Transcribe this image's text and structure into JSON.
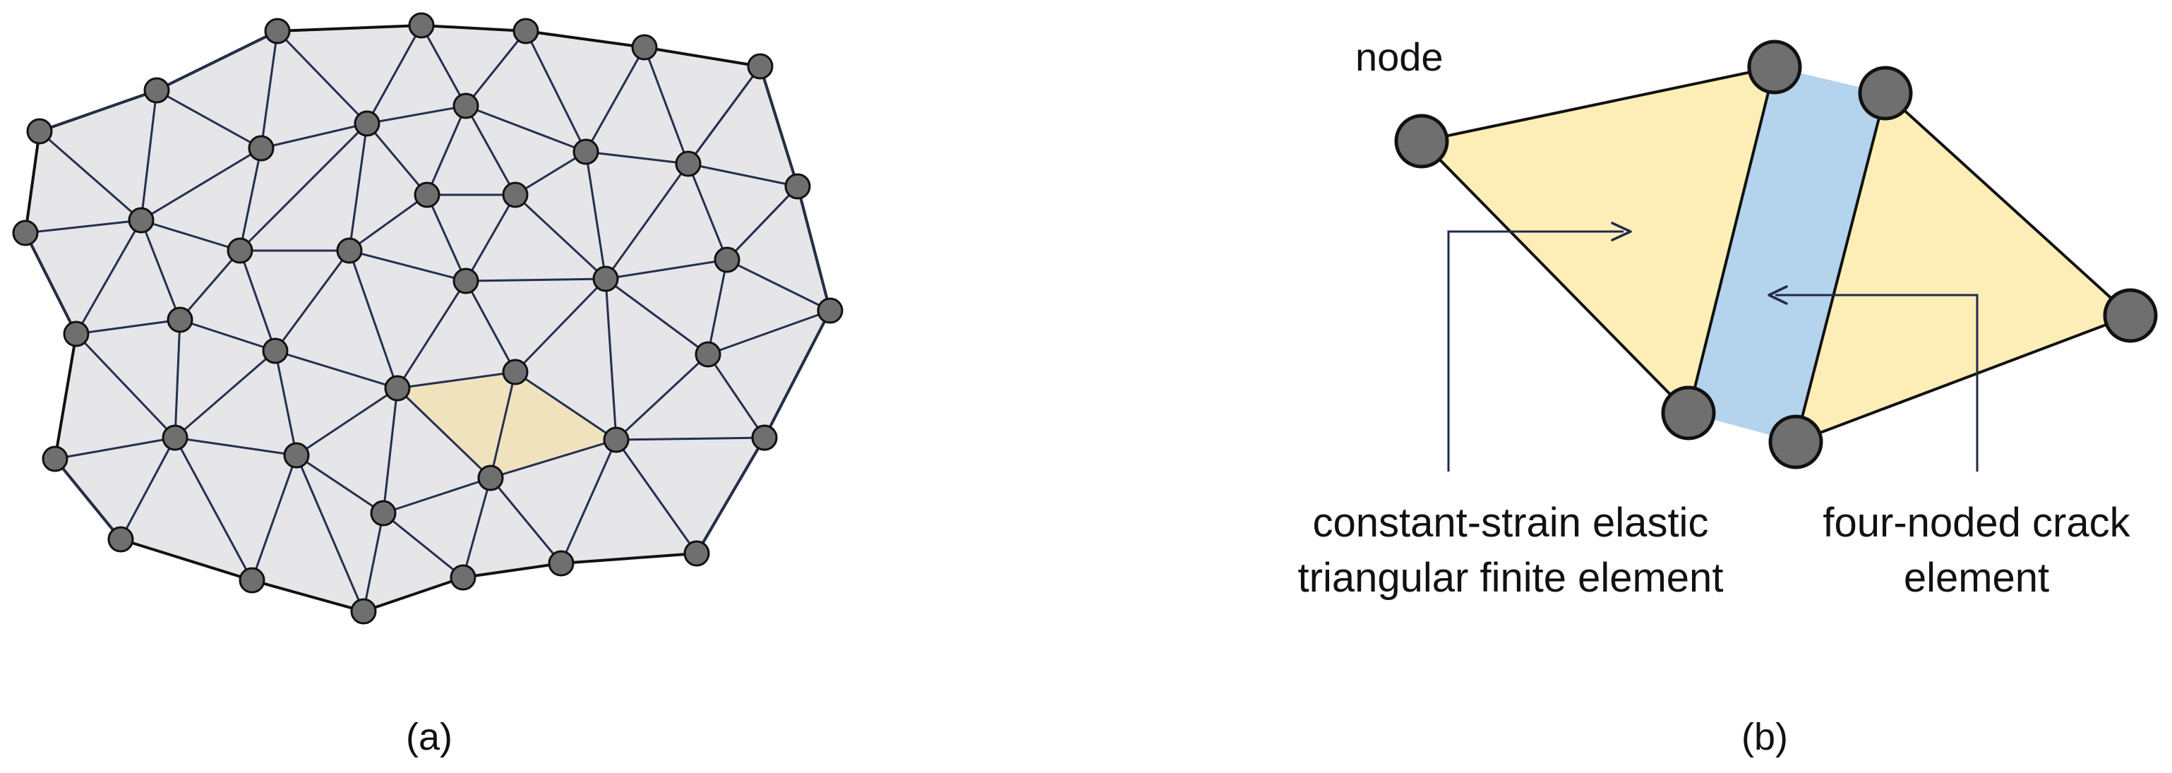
{
  "panel_a": {
    "caption": "(a)",
    "highlight_color": "#f1e2be",
    "mesh_fill": "#e6e5e8",
    "edge_color": "#24304f",
    "node_color": "#6f6f6f"
  },
  "panel_b": {
    "caption": "(b)",
    "node_label": "node",
    "triangle_label_line1": "constant-strain elastic",
    "triangle_label_line2": "triangular finite element",
    "crack_label_line1": "four-noded crack",
    "crack_label_line2": "element",
    "triangle_color": "#fdeeb8",
    "crack_color": "#b4d3ec",
    "leader_color": "#1f2a4a"
  }
}
